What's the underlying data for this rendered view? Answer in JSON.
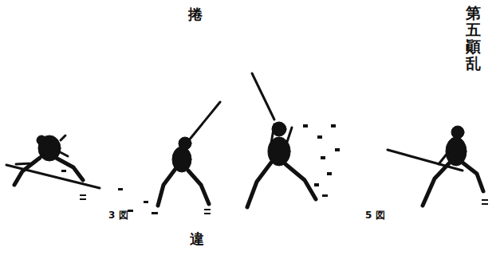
{
  "diagram": {
    "labels": [
      "捲",
      "第五顚乱",
      "3 図",
      "5 図",
      "違"
    ]
  }
}
